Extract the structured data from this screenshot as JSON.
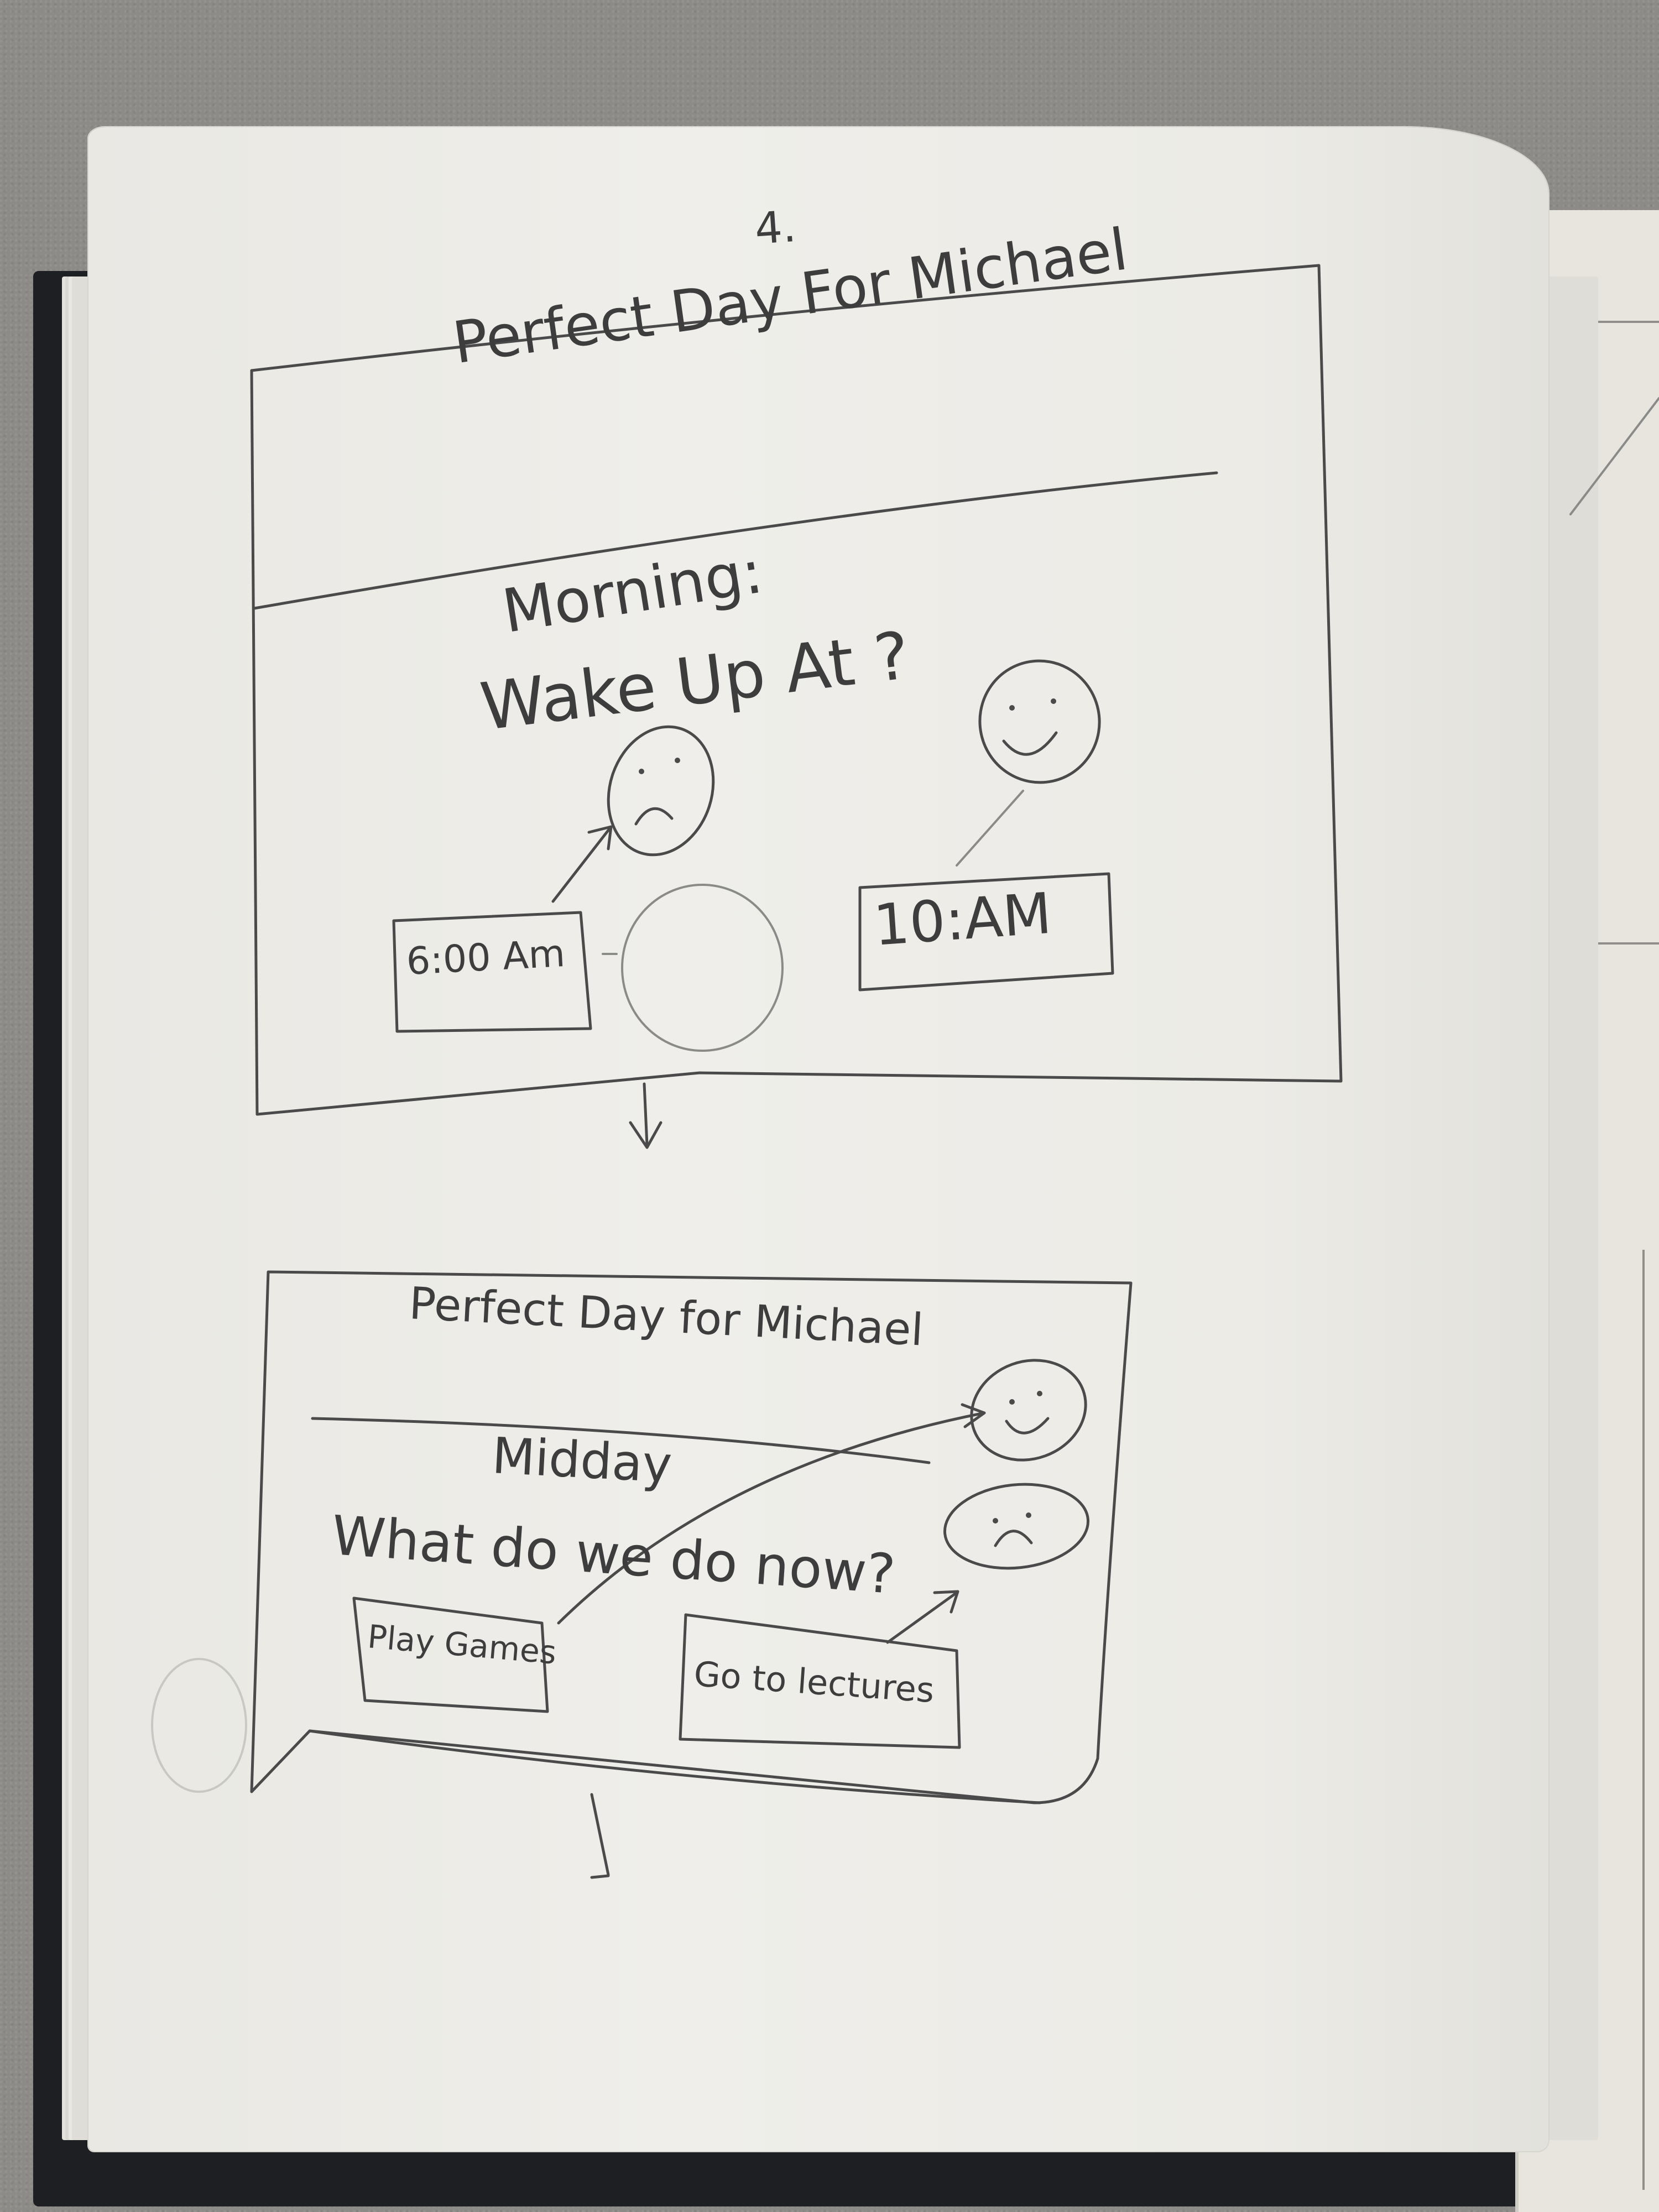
{
  "page_number": "4.",
  "frame1": {
    "title": "Perfect Day For Michael",
    "section": "Morning:",
    "question": "Wake Up At ?",
    "option_early": "6:00 Am",
    "option_late": "10:AM"
  },
  "frame2": {
    "title": "Perfect Day for Michael",
    "section": "Midday",
    "question": "What do we do now?",
    "option_games": "Play Games",
    "option_lectures": "Go to lectures"
  }
}
